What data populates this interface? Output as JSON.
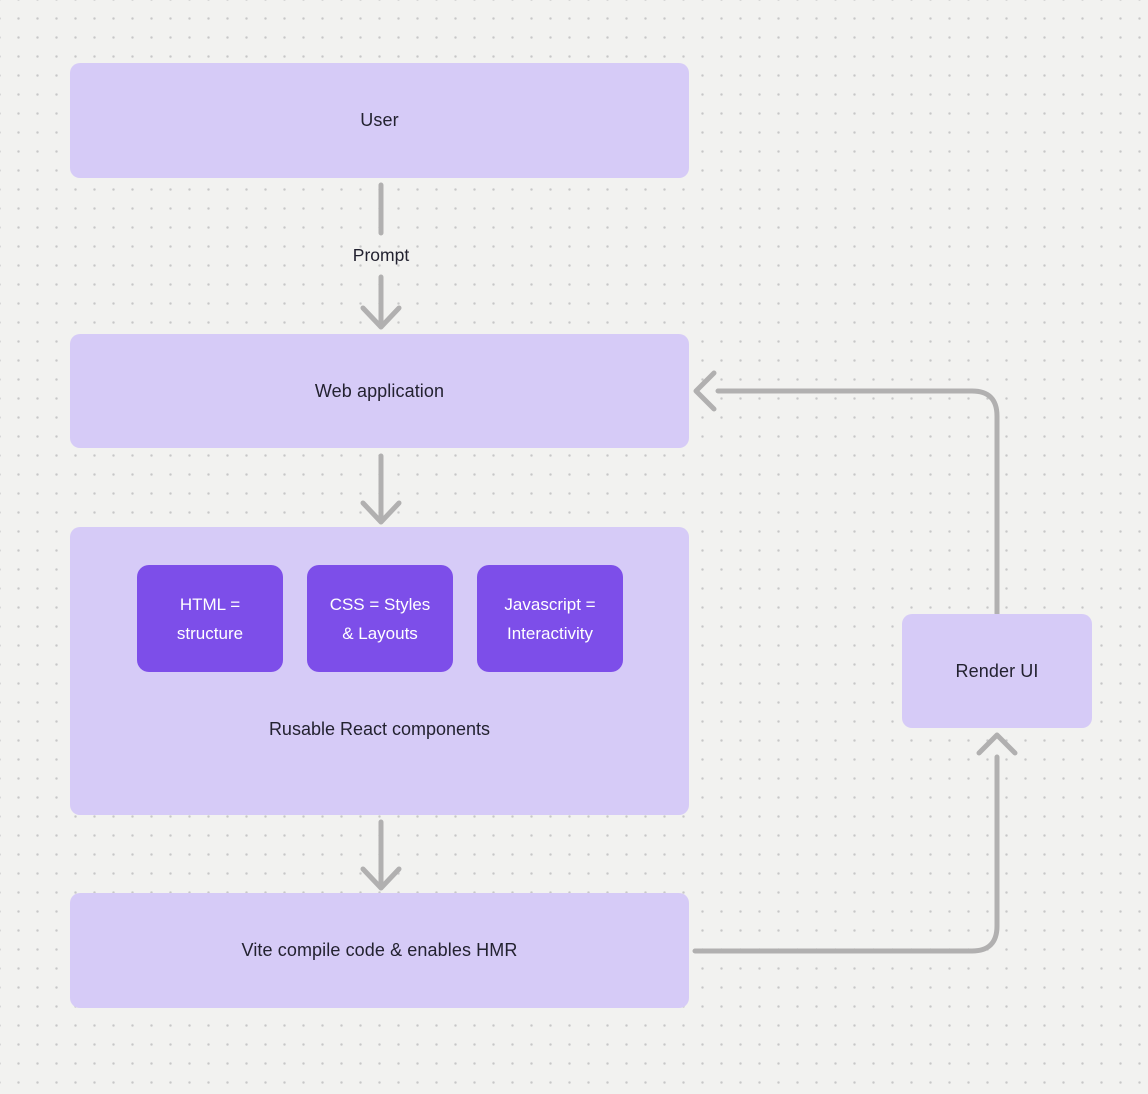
{
  "diagram": {
    "nodes": {
      "user": {
        "label": "User"
      },
      "web_application": {
        "label": "Web application"
      },
      "components_group": {
        "caption": "Rusable React components",
        "chips": [
          {
            "lines": [
              "HTML =",
              "structure"
            ]
          },
          {
            "lines": [
              "CSS = Styles",
              "& Layouts"
            ]
          },
          {
            "lines": [
              "Javascript =",
              "Interactivity"
            ]
          }
        ]
      },
      "vite": {
        "label": "Vite compile code & enables HMR"
      },
      "render_ui": {
        "label": "Render UI"
      }
    },
    "edges": {
      "prompt_label": "Prompt"
    },
    "colors": {
      "bg_color": "#f2f2f0",
      "dot_color": "#c7c7c7",
      "node_fill": "#d6cbf7",
      "chip_fill": "#7d4ee9",
      "arrow_color": "#b1b0b0",
      "text_dark": "#232230",
      "chip_text": "#ffffff"
    }
  }
}
